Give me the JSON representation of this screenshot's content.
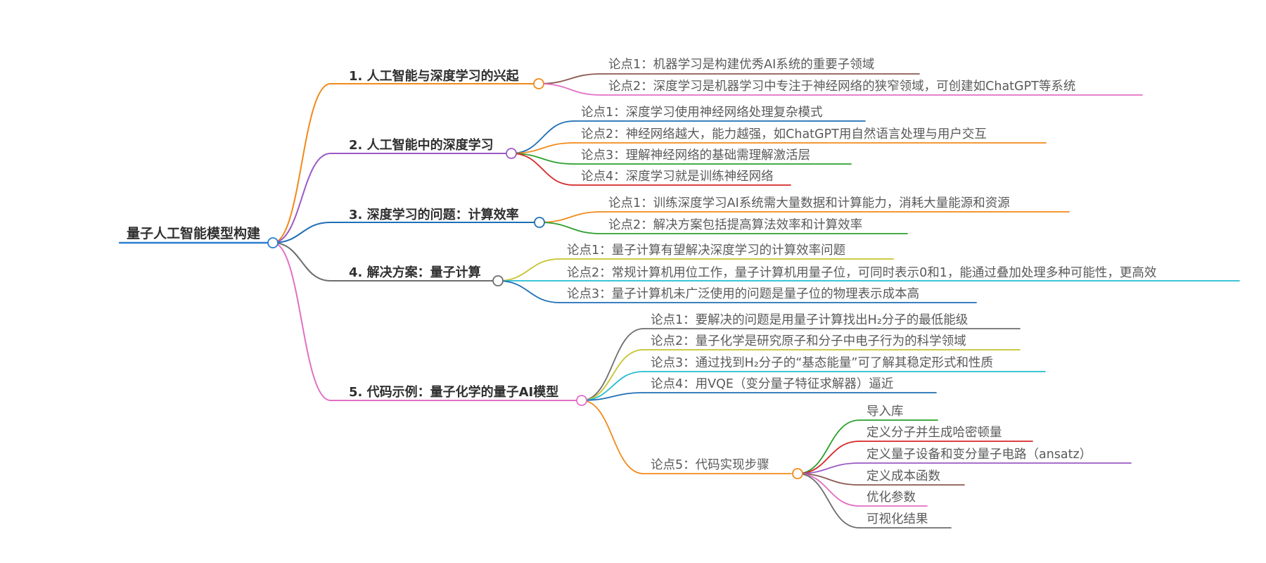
{
  "root": {
    "label": "量子人工智能模型构建",
    "color": "#2a7fd0"
  },
  "branches": [
    {
      "label": "1. 人工智能与深度学习的兴起",
      "color": "#f28a1a",
      "points": [
        {
          "label": "论点1：机器学习是构建优秀AI系统的重要子领域",
          "color": "#8b5a52"
        },
        {
          "label": "论点2：深度学习是机器学习中专注于神经网络的狭窄领域，可创建如ChatGPT等系统",
          "color": "#e36fc4"
        }
      ]
    },
    {
      "label": "2. 人工智能中的深度学习",
      "color": "#9b59c6",
      "points": [
        {
          "label": "论点1：深度学习使用神经网络处理复杂模式",
          "color": "#1f6fb5"
        },
        {
          "label": "论点2：神经网络越大，能力越强，如ChatGPT用自然语言处理与用户交互",
          "color": "#f28a1a"
        },
        {
          "label": "论点3：理解神经网络的基础需理解激活层",
          "color": "#2ca02c"
        },
        {
          "label": "论点4：深度学习就是训练神经网络",
          "color": "#d62728"
        }
      ]
    },
    {
      "label": "3. 深度学习的问题：计算效率",
      "color": "#1f6fb5",
      "points": [
        {
          "label": "论点1：训练深度学习AI系统需大量数据和计算能力，消耗大量能源和资源",
          "color": "#f28a1a"
        },
        {
          "label": "论点2：解决方案包括提高算法效率和计算效率",
          "color": "#2ca02c"
        }
      ]
    },
    {
      "label": "4. 解决方案：量子计算",
      "color": "#6e6e6e",
      "points": [
        {
          "label": "论点1：量子计算有望解决深度学习的计算效率问题",
          "color": "#c7c22f"
        },
        {
          "label": "论点2：常规计算机用位工作，量子计算机用量子位，可同时表示0和1，能通过叠加处理多种可能性，更高效",
          "color": "#23bcd0"
        },
        {
          "label": "论点3：量子计算机未广泛使用的问题是量子位的物理表示成本高",
          "color": "#1f6fb5"
        }
      ]
    },
    {
      "label": "5. 代码示例：量子化学的量子AI模型",
      "color": "#e36fc4",
      "points": [
        {
          "label": "论点1：要解决的问题是用量子计算找出H₂分子的最低能级",
          "color": "#6e6e6e"
        },
        {
          "label": "论点2：量子化学是研究原子和分子中电子行为的科学领域",
          "color": "#c7c22f"
        },
        {
          "label": "论点3：通过找到H₂分子的“基态能量”可了解其稳定形式和性质",
          "color": "#23bcd0"
        },
        {
          "label": "论点4：用VQE（变分量子特征求解器）逼近",
          "color": "#1f6fb5"
        },
        {
          "label": "论点5：代码实现步骤",
          "color": "#f28a1a",
          "children": [
            {
              "label": "导入库",
              "color": "#2ca02c"
            },
            {
              "label": "定义分子并生成哈密顿量",
              "color": "#d62728"
            },
            {
              "label": "定义量子设备和变分量子电路（ansatz）",
              "color": "#9b59c6"
            },
            {
              "label": "定义成本函数",
              "color": "#8b5a52"
            },
            {
              "label": "优化参数",
              "color": "#e36fc4"
            },
            {
              "label": "可视化结果",
              "color": "#6e6e6e"
            }
          ]
        }
      ]
    }
  ]
}
